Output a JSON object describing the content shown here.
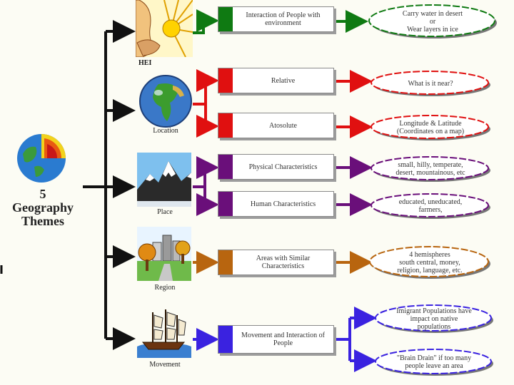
{
  "title": {
    "line1": "5",
    "line2": "Geography",
    "line3": "Themes"
  },
  "themes": {
    "hei": {
      "label": "HEI"
    },
    "location": {
      "label": "Location"
    },
    "place": {
      "label": "Place"
    },
    "region": {
      "label": "Region"
    },
    "movement": {
      "label": "Movement"
    }
  },
  "boxes": [
    {
      "text": "Interaction of People with environment",
      "color": "#0f7a12"
    },
    {
      "text": "Relative",
      "color": "#e01010"
    },
    {
      "text": "Atosolute",
      "color": "#e01010"
    },
    {
      "text": "Physical Characteristics",
      "color": "#6a0f7a"
    },
    {
      "text": "Human Characteristics",
      "color": "#6a0f7a"
    },
    {
      "text": "Areas with Similar Characteristics",
      "color": "#b8650f"
    },
    {
      "text": "Movement and Interaction of People",
      "color": "#3a22e0"
    }
  ],
  "examples": [
    {
      "text": "Carry water in desert\nor\nWear layers in ice",
      "color": "#0f7a12"
    },
    {
      "text": "What is it near?",
      "color": "#e01010"
    },
    {
      "text": "Longitude & Latitude\n(Coordinates on a map)",
      "color": "#e01010"
    },
    {
      "text": "small, hilly, temperate,\ndesert, mountainous, etc",
      "color": "#6a0f7a"
    },
    {
      "text": "educated, uneducated,\nfarmers,",
      "color": "#6a0f7a"
    },
    {
      "text": "4 hemispheres\nsouth central, money,\nreligion, language, etc.",
      "color": "#b8650f"
    },
    {
      "text": "Imigrant Populations have\nimpact on native\npopulations",
      "color": "#3a22e0"
    },
    {
      "text": "\"Brain Drain\" if too many\npeople leave an area",
      "color": "#3a22e0"
    }
  ]
}
